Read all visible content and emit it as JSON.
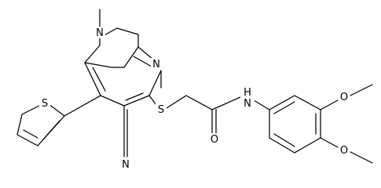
{
  "atoms": {
    "n_methyl_amine": "N",
    "n_pyridine": "N",
    "s_thioether": "S",
    "s_thiophene": "S",
    "nh_amide_n": "N",
    "nh_amide_h": "H",
    "o_carbonyl": "O",
    "o_methoxy_1": "O",
    "o_methoxy_2": "O",
    "n_nitrile": "N"
  }
}
